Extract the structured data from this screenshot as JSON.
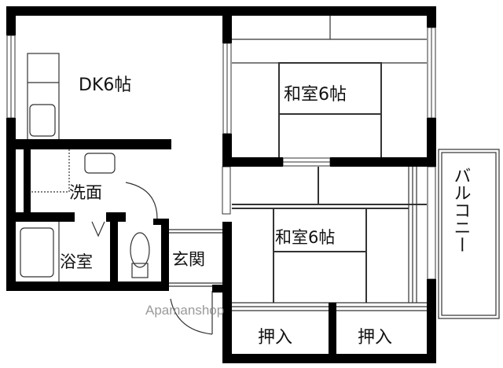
{
  "floorplan": {
    "rooms": {
      "dk": "DK6帖",
      "washitsu_upper": "和室6帖",
      "washroom": "洗面",
      "bath": "浴室",
      "entrance": "玄関",
      "washitsu_lower": "和室6帖",
      "closet_left": "押入",
      "closet_right": "押入",
      "balcony": "バルコニー"
    },
    "watermark": "Apamanshop",
    "colors": {
      "wall": "#000000",
      "line": "#222222",
      "background": "#ffffff"
    }
  }
}
